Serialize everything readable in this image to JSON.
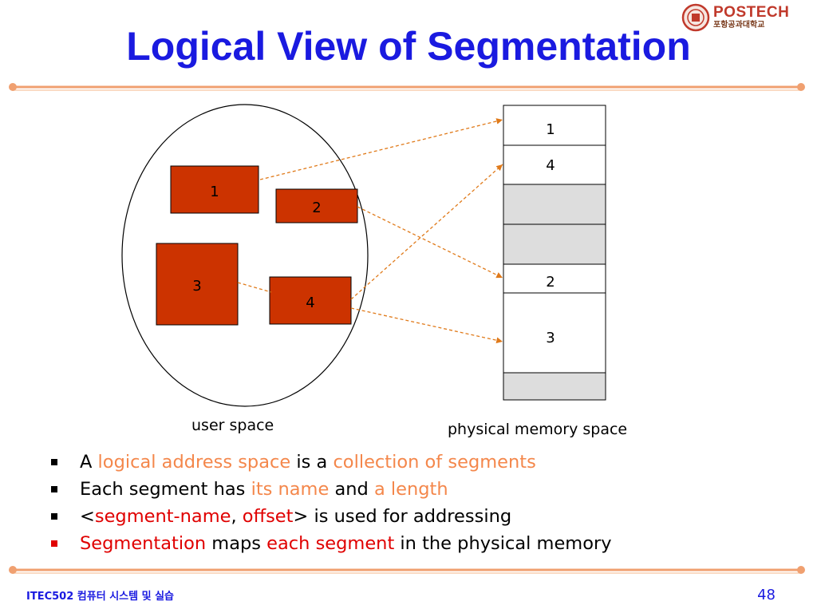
{
  "slide": {
    "title": "Logical View of Segmentation",
    "logo_text": "POSTECH",
    "logo_subtext": "포항공과대학교",
    "footer_course": "ITEC502 컴퓨터 시스템 및 실습",
    "page_number": "48"
  },
  "diagram": {
    "user_segments": [
      "1",
      "2",
      "3",
      "4"
    ],
    "physical_segments": [
      "1",
      "4",
      "2",
      "3"
    ],
    "user_space_label": "user space",
    "physical_space_label": "physical memory space",
    "colors": {
      "segment_fill": "#cc3300",
      "free_block_fill": "#dddddd",
      "arrow": "#e07a1a"
    }
  },
  "bullets": [
    {
      "parts": [
        "A ",
        "logical address space",
        " is a ",
        "collection of segments"
      ]
    },
    {
      "parts": [
        "Each segment has ",
        "its name",
        " and ",
        "a length"
      ]
    },
    {
      "parts": [
        "<",
        "segment-name",
        ", ",
        "offset",
        "> is used for addressing"
      ]
    },
    {
      "parts": [
        "Segmentation",
        " maps ",
        "each segment",
        " in the physical memory"
      ]
    }
  ]
}
